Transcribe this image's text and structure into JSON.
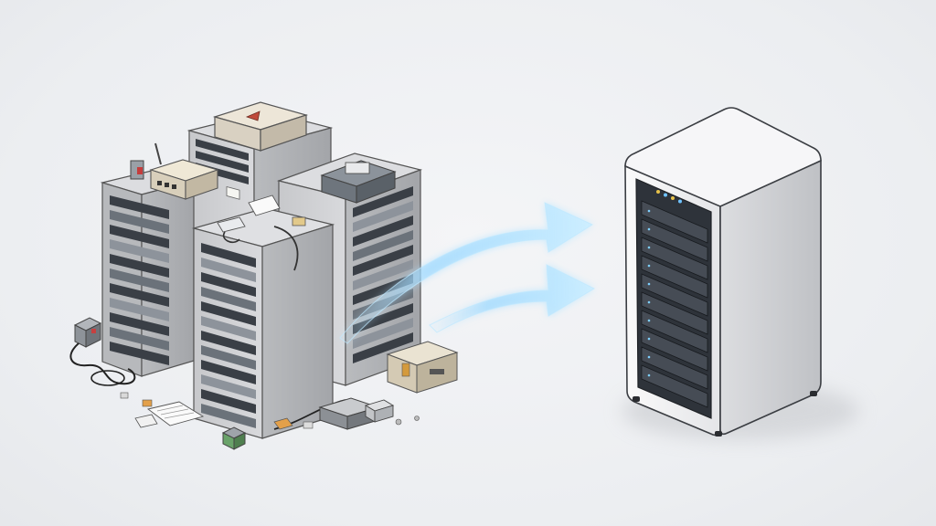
{
  "scene": {
    "left_group": "legacy-server-racks",
    "right_group": "modern-server",
    "arrows": 2,
    "colors": {
      "background": "#eceef1",
      "rack_body": "#c9cacc",
      "rack_side": "#a9abae",
      "rack_top": "#dcdde0",
      "slot_dark": "#3a3f46",
      "slot_mid": "#8d939b",
      "server_body": "#e9eaed",
      "server_side": "#c7c9cd",
      "server_front_panel": "#2e333a",
      "arrow_glow": "#8fd3ff",
      "arrow_core": "#d8f1ff"
    },
    "icons": [
      "cable-icon",
      "paper-icon",
      "device-icon",
      "power-brick-icon",
      "plug-icon"
    ]
  }
}
